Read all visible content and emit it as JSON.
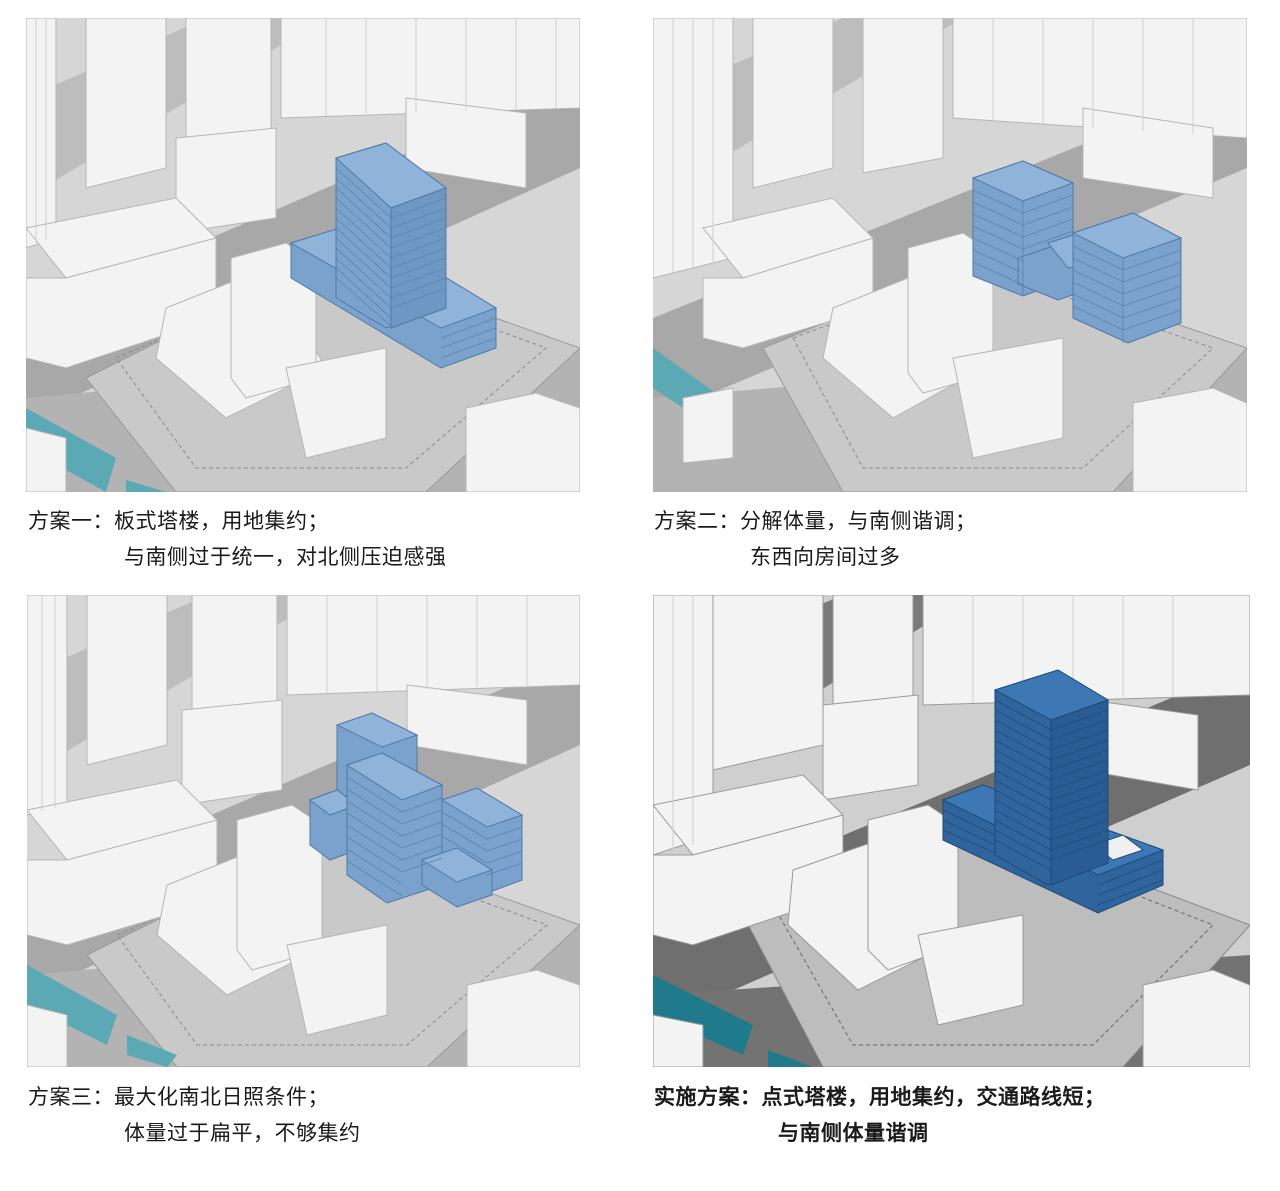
{
  "figure": {
    "subject": "Massing scheme comparison (urban context model)",
    "colors": {
      "background": "#ffffff",
      "ground": "#d9d9d9",
      "road": "#a6a6a6",
      "road_dark": "#6f6f6f",
      "block_plaza": "#cfcfcf",
      "context_building": "#f2f2f2",
      "context_building_side": "#e0e0e0",
      "water": "#5aa9b5",
      "water_dark": "#1f7a8c",
      "scheme_blue": "#8fb3d9",
      "scheme_blue_side": "#7aa2cd",
      "final_blue": "#3d78b5",
      "final_blue_side": "#2f649d"
    }
  },
  "panels": [
    {
      "id": "scheme-1",
      "caption": {
        "line1": "方案一：板式塔楼，用地集约；",
        "line2": "与南侧过于统一，对北侧压迫感强"
      },
      "mass_type": "slab tower on podium",
      "highlight_color": "#8fb3d9"
    },
    {
      "id": "scheme-2",
      "caption": {
        "line1": "方案二：分解体量，与南侧谐调；",
        "line2": "东西向房间过多"
      },
      "mass_type": "two split blocks with link",
      "highlight_color": "#8fb3d9"
    },
    {
      "id": "scheme-3",
      "caption": {
        "line1": "方案三：最大化南北日照条件；",
        "line2": "体量过于扁平，不够集约"
      },
      "mass_type": "stepped flat slabs",
      "highlight_color": "#8fb3d9"
    },
    {
      "id": "final-scheme",
      "caption": {
        "line1": "实施方案：点式塔楼，用地集约，交通路线短；",
        "line2": "与南侧体量谐调"
      },
      "mass_type": "point tower on ring podium",
      "highlight_color": "#3d78b5"
    }
  ]
}
